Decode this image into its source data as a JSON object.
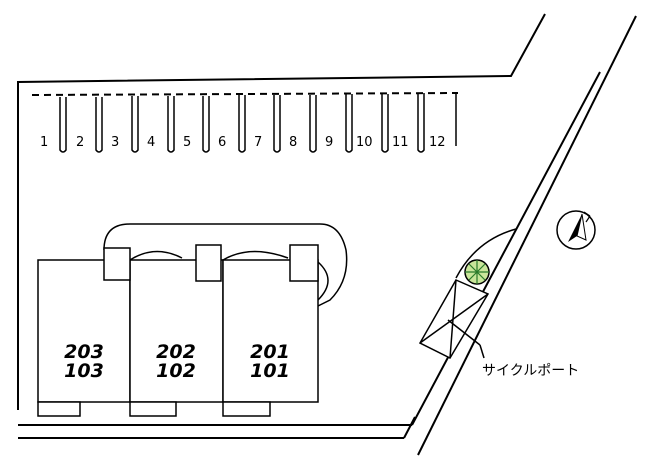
{
  "map": {
    "parking_spaces": [
      "1",
      "2",
      "3",
      "4",
      "5",
      "6",
      "7",
      "8",
      "9",
      "10",
      "11",
      "12"
    ],
    "units": [
      {
        "upper": "203",
        "lower": "103"
      },
      {
        "upper": "202",
        "lower": "102"
      },
      {
        "upper": "201",
        "lower": "101"
      }
    ],
    "cycle_port_label": "サイクルポート",
    "compass": "north-arrow-icon"
  }
}
